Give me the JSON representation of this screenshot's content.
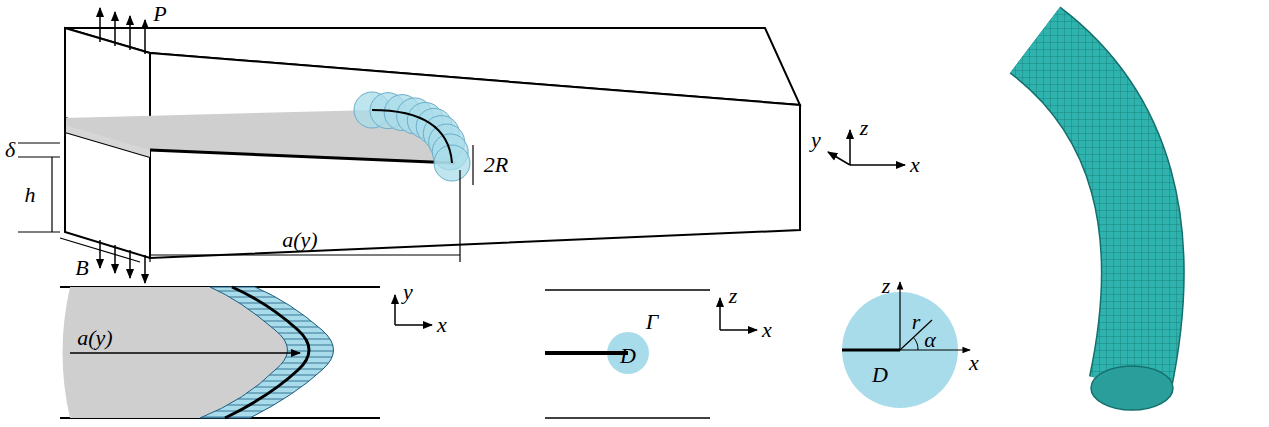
{
  "diagram": {
    "labels": [
      "P",
      "δ",
      "h",
      "B",
      "a(y)",
      "2R",
      "y",
      "z",
      "x",
      "y",
      "x",
      "a(y)",
      "z",
      "x",
      "Γ",
      "D",
      "z",
      "r",
      "α",
      "x",
      "D"
    ]
  }
}
